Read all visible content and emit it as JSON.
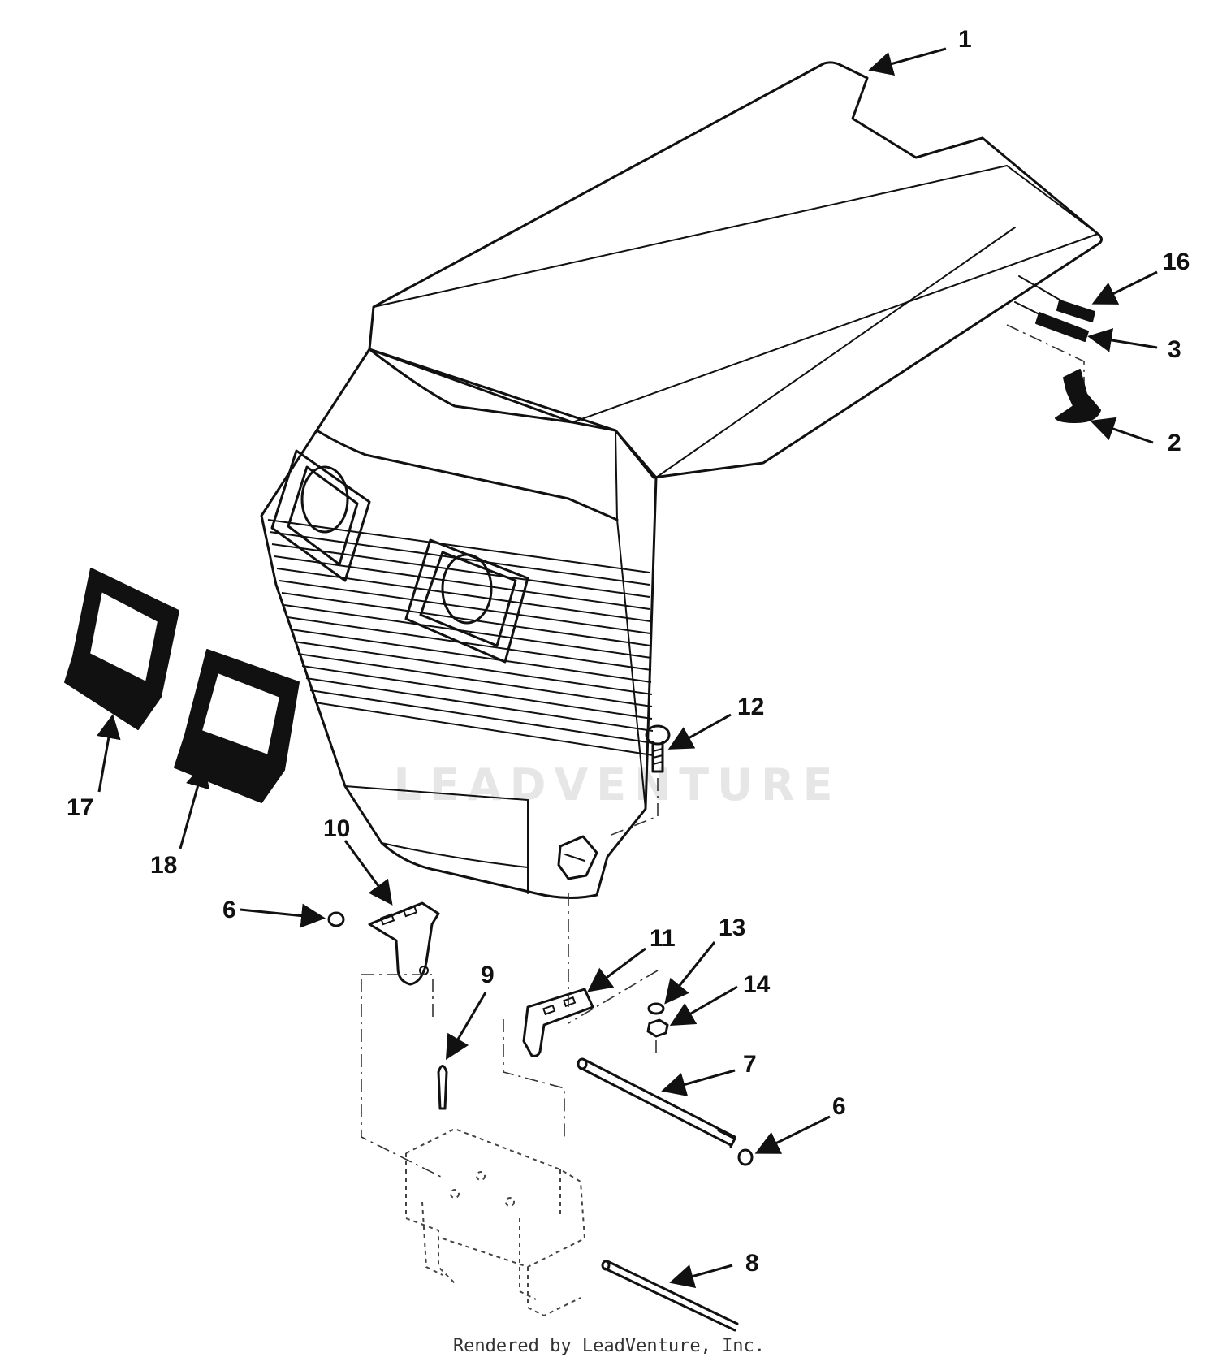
{
  "watermark": "LEADVENTURE",
  "footer": "Rendered by LeadVenture, Inc.",
  "callouts": {
    "c1": "1",
    "c2": "2",
    "c3": "3",
    "c6a": "6",
    "c6b": "6",
    "c7": "7",
    "c8": "8",
    "c9": "9",
    "c10": "10",
    "c11": "11",
    "c12": "12",
    "c13": "13",
    "c14": "14",
    "c16": "16",
    "c17": "17",
    "c18": "18"
  }
}
